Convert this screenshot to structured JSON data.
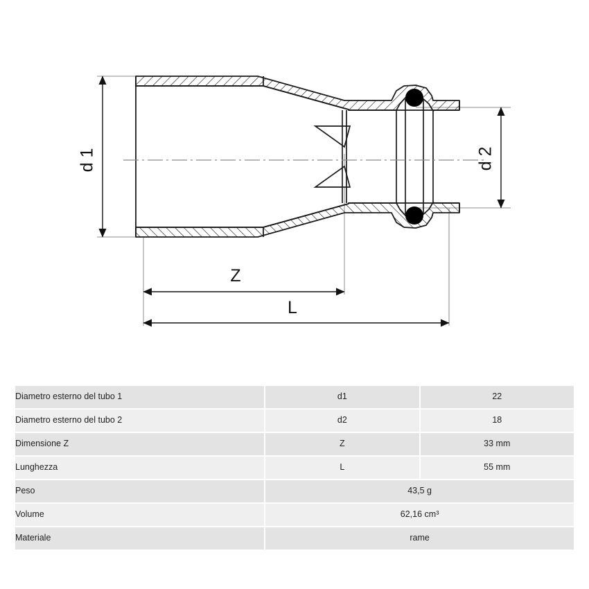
{
  "drawing": {
    "labels": {
      "d1": "d 1",
      "d2": "d 2",
      "z": "Z",
      "l": "L"
    },
    "colors": {
      "line": "#1a1a1a",
      "thin": "#767676",
      "seal": "#000000",
      "background": "#ffffff"
    }
  },
  "table": {
    "rows": [
      {
        "label": "Diametro esterno del tubo 1",
        "symbol": "d1",
        "value": "22",
        "merged": false
      },
      {
        "label": "Diametro esterno del tubo 2",
        "symbol": "d2",
        "value": "18",
        "merged": false
      },
      {
        "label": "Dimensione Z",
        "symbol": "Z",
        "value": "33 mm",
        "merged": false
      },
      {
        "label": "Lunghezza",
        "symbol": "L",
        "value": "55 mm",
        "merged": false
      },
      {
        "label": "Peso",
        "symbol": "",
        "value": "43,5 g",
        "merged": true
      },
      {
        "label": "Volume",
        "symbol": "",
        "value": "62,16 cm³",
        "merged": true
      },
      {
        "label": "Materiale",
        "symbol": "",
        "value": "rame",
        "merged": true
      }
    ]
  }
}
